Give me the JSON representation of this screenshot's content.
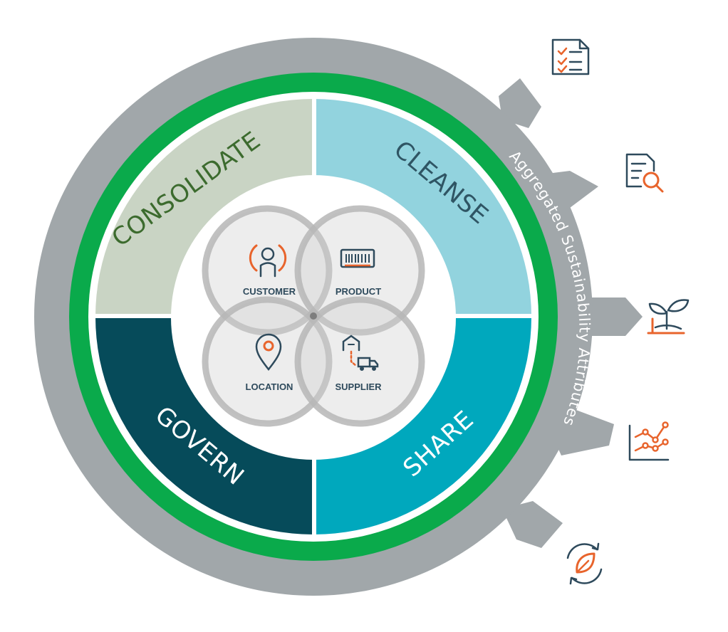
{
  "quadrants": {
    "consolidate": "CONSOLIDATE",
    "cleanse": "CLEANSE",
    "govern": "GOVERN",
    "share": "SHARE"
  },
  "entities": {
    "customer": "CUSTOMER",
    "product": "PRODUCT",
    "location": "LOCATION",
    "supplier": "SUPPLIER"
  },
  "ring_label": "Aggregated Sustainability Attributes",
  "outputs": [
    {
      "icon": "checklist-document-icon"
    },
    {
      "icon": "document-search-icon"
    },
    {
      "icon": "plant-growth-icon"
    },
    {
      "icon": "line-chart-icon"
    },
    {
      "icon": "leaf-recycle-icon"
    }
  ],
  "colors": {
    "outer_ring": "#a1a7aa",
    "green_band": "#0aaa4b",
    "consolidate": "#c9d4c4",
    "cleanse": "#92d3de",
    "govern": "#064b5a",
    "share": "#00a8bd",
    "icon_dark": "#2e4a5c",
    "icon_accent": "#e8642c"
  }
}
